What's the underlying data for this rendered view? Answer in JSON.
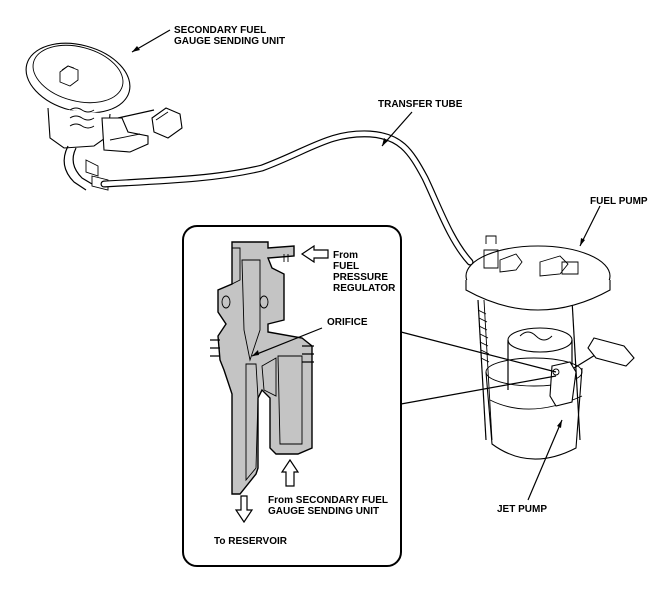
{
  "labels": {
    "secondary_unit_line1": "SECONDARY FUEL",
    "secondary_unit_line2": "GAUGE SENDING UNIT",
    "transfer_tube": "TRANSFER TUBE",
    "fuel_pump": "FUEL PUMP",
    "jet_pump": "JET PUMP",
    "from_regulator_line1": "From",
    "from_regulator_line2": "FUEL",
    "from_regulator_line3": "PRESSURE",
    "from_regulator_line4": "REGULATOR",
    "orifice": "ORIFICE",
    "from_secondary_line1": "From SECONDARY FUEL",
    "from_secondary_line2": "GAUGE SENDING UNIT",
    "to_reservoir": "To RESERVOIR"
  },
  "colors": {
    "line": "#000000",
    "cutaway_fill": "#bfbfbf",
    "cutaway_dark": "#8c8c8c",
    "part_fill": "#ffffff"
  }
}
